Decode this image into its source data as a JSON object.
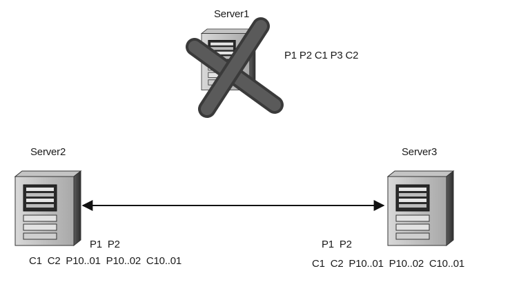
{
  "servers": {
    "server1": {
      "name": "Server1",
      "status": "failed",
      "items": "P1 P2 C1 P3 C2"
    },
    "server2": {
      "name": "Server2",
      "line1": "P1  P2",
      "line2": "C1  C2  P10..01  P10..02  C10..01"
    },
    "server3": {
      "name": "Server3",
      "line1": "P1  P2",
      "line2": "C1  C2  P10..01  P10..02  C10..01"
    }
  },
  "link": {
    "from": "Server2",
    "to": "Server3",
    "direction": "bidirectional"
  },
  "icons": [
    "server-icon",
    "cross-icon"
  ],
  "colors": {
    "text": "#1a1a1a",
    "cross": "#4e4e4e",
    "link": "#111111"
  }
}
